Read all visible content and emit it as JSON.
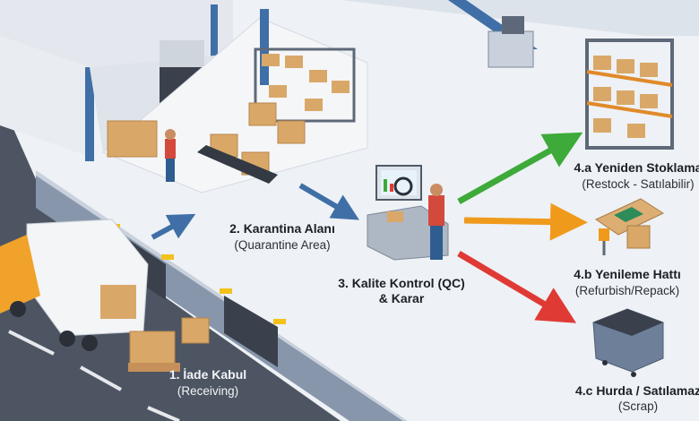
{
  "steps": [
    {
      "title": "1. İade Kabul",
      "subtitle": "(Receiving)"
    },
    {
      "title": "2. Karantina Alanı",
      "subtitle": "(Quarantine Area)"
    },
    {
      "title": "3. Kalite Kontrol (QC)",
      "subtitle": "& Karar"
    },
    {
      "title": "4.a Yeniden Stoklama",
      "subtitle": "(Restock - Satılabilir)"
    },
    {
      "title": "4.b Yenileme Hattı",
      "subtitle": "(Refurbish/Repack)"
    },
    {
      "title": "4.c Hurda / Satılamaz",
      "subtitle": "(Scrap)"
    }
  ],
  "colors": {
    "restock_arrow": "#3daa3a",
    "refurbish_arrow": "#f09a1c",
    "scrap_arrow": "#e03a35",
    "flow_arrow": "#3f6fa6"
  }
}
